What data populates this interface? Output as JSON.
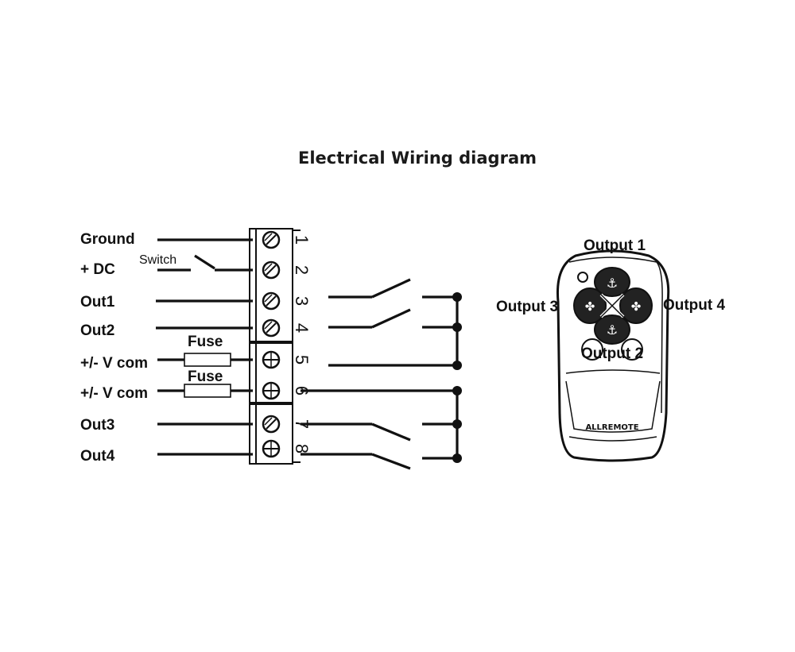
{
  "title": "Electrical Wiring diagram",
  "inputs": {
    "ground": "Ground",
    "dc": "+ DC",
    "switch": "Switch",
    "out1": "Out1",
    "out2": "Out2",
    "vcom_a": "+/- V com",
    "vcom_b": "+/- V com",
    "out3": "Out3",
    "out4": "Out4",
    "fuse_a": "Fuse",
    "fuse_b": "Fuse"
  },
  "terminals": [
    "1",
    "2",
    "3",
    "4",
    "5",
    "6",
    "7",
    "8"
  ],
  "remote": {
    "brand": "ALLREMOTE",
    "output_1": "Output 1",
    "output_2": "Output 2",
    "output_3": "Output 3",
    "output_4": "Output 4"
  }
}
